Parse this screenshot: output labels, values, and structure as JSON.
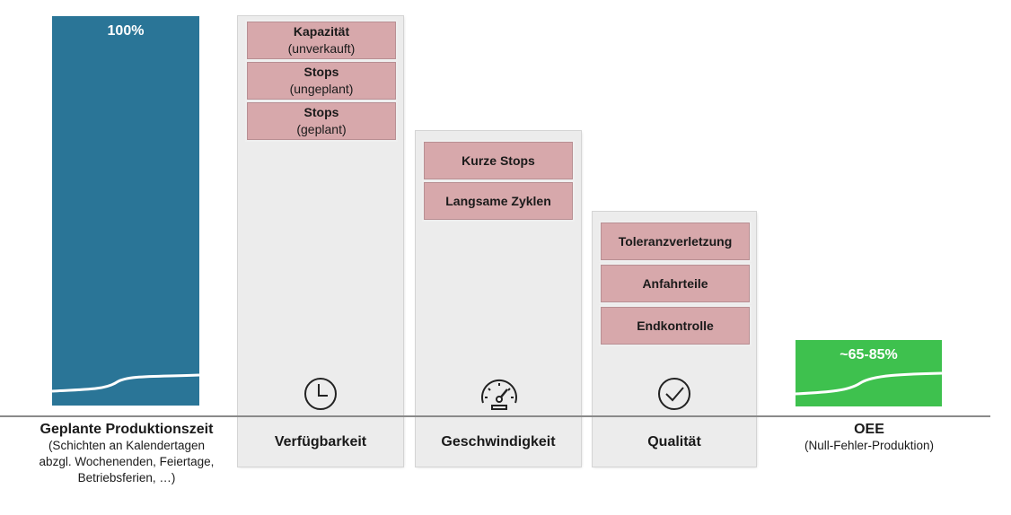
{
  "production_time": {
    "percent": "100%",
    "title": "Geplante Produktionszeit",
    "subtitle_lines": [
      "(Schichten an Kalendertagen",
      "abzgl. Wochenenden, Feiertage,",
      "Betriebsferien, …)"
    ]
  },
  "availability": {
    "title": "Verfügbarkeit",
    "losses": [
      {
        "bold": "Kapazität",
        "sub": "(unverkauft)"
      },
      {
        "bold": "Stops",
        "sub": "(ungeplant)"
      },
      {
        "bold": "Stops",
        "sub": "(geplant)"
      }
    ],
    "icon": "clock-icon"
  },
  "speed": {
    "title": "Geschwindigkeit",
    "losses": [
      {
        "bold": "Kurze Stops"
      },
      {
        "bold": "Langsame Zyklen"
      }
    ],
    "icon": "speedometer-icon"
  },
  "quality": {
    "title": "Qualität",
    "losses": [
      {
        "bold": "Toleranzverletzung"
      },
      {
        "bold": "Anfahrteile"
      },
      {
        "bold": "Endkontrolle"
      }
    ],
    "icon": "checkmark-circle-icon"
  },
  "oee": {
    "percent": "~65-85%",
    "title": "OEE",
    "subtitle": "(Null-Fehler-Produktion)"
  },
  "colors": {
    "production_bar": "#2a7597",
    "oee_bar": "#3ec14e",
    "loss_box": "#d7a8ab",
    "panel": "#ececec"
  }
}
